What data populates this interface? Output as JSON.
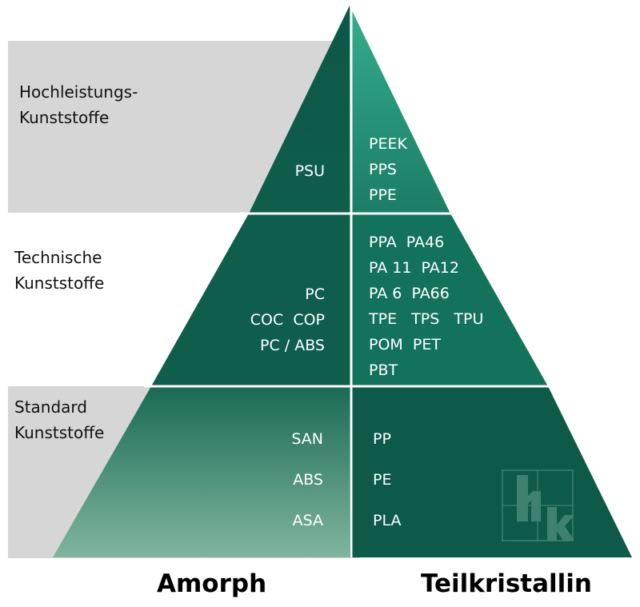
{
  "categories": {
    "high": [
      "Hochleistungs-",
      "Kunststoffe"
    ],
    "technical": [
      "Technische",
      "Kunststoffe"
    ],
    "standard": [
      "Standard",
      "Kunststoffe"
    ]
  },
  "amorph": {
    "high": [
      "PSU"
    ],
    "technical": [
      "PC",
      "COC  COP",
      "PC / ABS"
    ],
    "standard": [
      "SAN",
      "ABS",
      "ASA"
    ]
  },
  "crystalline": {
    "high": [
      "PEEK",
      "PPS",
      "PPE"
    ],
    "technical": [
      "PPA  PA46",
      "PA 11  PA12",
      "PA 6  PA66",
      "TPE   TPS   TPU",
      "POM  PET",
      "PBT"
    ],
    "standard": [
      "PP",
      "PE",
      "PLA"
    ]
  },
  "footer": {
    "left": "Amorph",
    "right": "Teilkristallin"
  },
  "colors": {
    "dark_green": "#0e5a48",
    "mid_green": "#1f8c6c",
    "light_green": "#7fb39c",
    "accent_green": "#31a98a",
    "grey_band": "#d6d6d6",
    "divider": "#ffffff"
  }
}
